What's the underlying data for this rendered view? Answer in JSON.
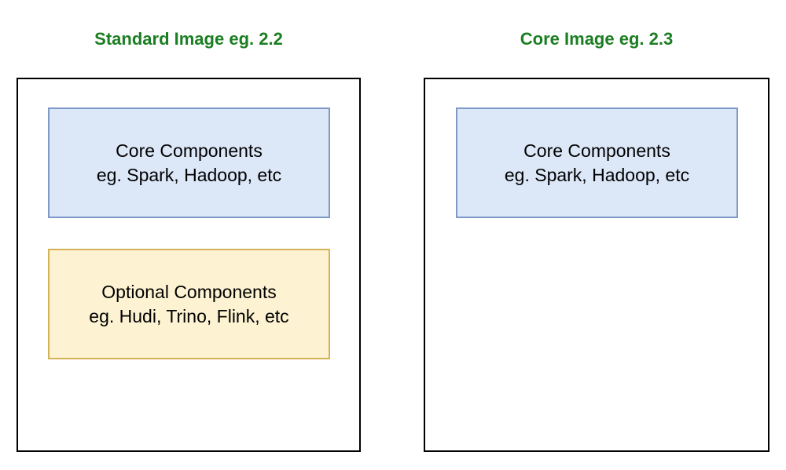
{
  "panels": [
    {
      "id": "standard-image",
      "title": "Standard Image eg. 2.2",
      "blocks": [
        {
          "kind": "core",
          "lines": [
            "Core Components",
            "eg. Spark, Hadoop, etc"
          ]
        },
        {
          "kind": "optional",
          "lines": [
            "Optional Components",
            "eg. Hudi, Trino, Flink, etc"
          ]
        }
      ]
    },
    {
      "id": "core-image",
      "title": "Core Image eg. 2.3",
      "blocks": [
        {
          "kind": "core",
          "lines": [
            "Core Components",
            "eg. Spark, Hadoop, etc"
          ]
        }
      ]
    }
  ],
  "colors": {
    "title_text": "#1b7e22",
    "core_fill": "#dce7f8",
    "core_border": "#7e99c7",
    "optional_fill": "#fdf3d2",
    "optional_border": "#d4b357",
    "panel_border": "#000000",
    "body_text": "#000000",
    "page_bg": "#ffffff"
  }
}
